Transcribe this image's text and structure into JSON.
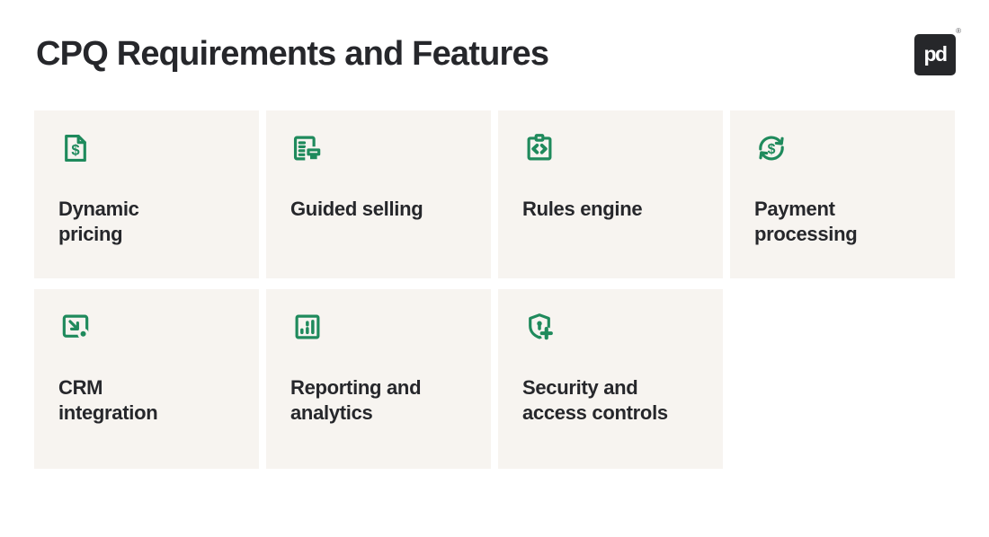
{
  "header": {
    "title": "CPQ Requirements and Features",
    "logo": {
      "monogram": "pd",
      "registered_mark": "®"
    }
  },
  "cards": [
    {
      "icon": "document-dollar-icon",
      "label": "Dynamic\npricing"
    },
    {
      "icon": "list-form-icon",
      "label": "Guided selling"
    },
    {
      "icon": "clipboard-code-icon",
      "label": "Rules engine"
    },
    {
      "icon": "currency-sync-icon",
      "label": "Payment\nprocessing"
    },
    {
      "icon": "import-arrow-icon",
      "label": "CRM\nintegration"
    },
    {
      "icon": "bar-chart-icon",
      "label": "Reporting and\nanalytics"
    },
    {
      "icon": "shield-plus-icon",
      "label": "Security and\naccess controls"
    }
  ],
  "glyphs": {
    "dollar": "$"
  },
  "colors": {
    "accent_green": "#1F8A5C",
    "card_background": "#F7F4F0",
    "text_dark": "#26272B",
    "logo_background": "#26272A",
    "page_background": "#FFFFFF"
  }
}
